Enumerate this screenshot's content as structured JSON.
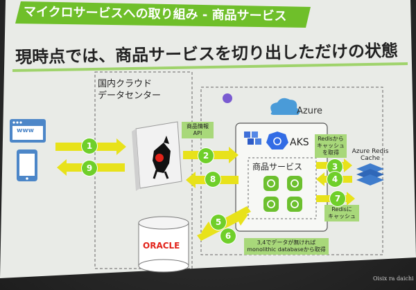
{
  "slide": {
    "header": "マイクロサービスへの取り組み - 商品サービス",
    "subtitle_line1": "現時点では、商品サービスを切り出しただけの状態",
    "domestic_dc_line1": "国内クラウド",
    "domestic_dc_line2": "データセンター",
    "azure_label": "Azure",
    "aks_label": "AKS",
    "product_service_label": "商品サービス",
    "product_info_api_line1": "商品情報",
    "product_info_api_line2": "API",
    "redis_fetch_line1": "Redisから",
    "redis_fetch_line2": "キャッシュ",
    "redis_fetch_line3": "を取得",
    "azure_redis_line1": "Azure Redis",
    "azure_redis_line2": "Cache",
    "redis_store_line1": "Redisに",
    "redis_store_line2": "キャッシュ",
    "note_line1": "3,4でデータが無ければ",
    "note_line2": "monolithic databaseから取得",
    "browser_label": "www",
    "oracle_label": "ORACLE",
    "watermark": "Oisix ra daichi",
    "steps": [
      "1",
      "2",
      "3",
      "4",
      "5",
      "6",
      "7",
      "8",
      "9"
    ]
  },
  "colors": {
    "header_bg": "#6fbf2a",
    "arrow": "#e8e21a",
    "badge": "#6fcf2a",
    "slide_bg": "#e9ebe7",
    "tag_bg": "#a8d87a"
  }
}
